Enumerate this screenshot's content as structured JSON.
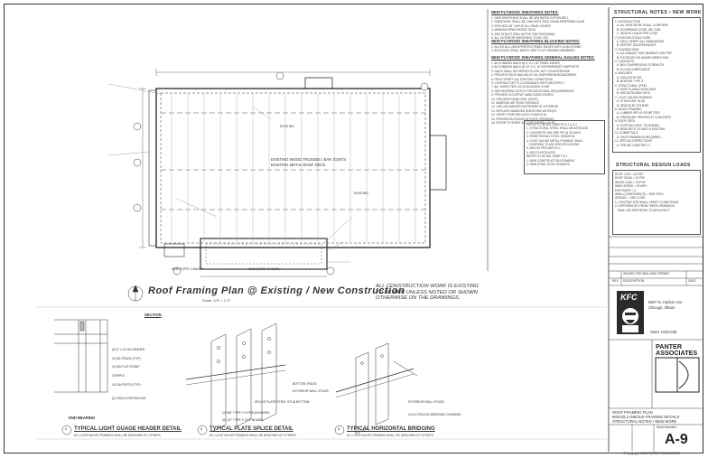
{
  "sheet": {
    "plan_title": "Roof Framing Plan @ Existing / New Construction",
    "plan_scale": "Scale: 1/4\" = 1'-0\"",
    "all_construction_note": [
      "ALL CONSTRUCTION WORK IS EXISTING",
      "TO REMAIN UNLESS NOTED OR SHOWN",
      "OTHERWISE ON THE DRAWINGS."
    ],
    "section_label": "SECTION",
    "end bearing": "END BEARING",
    "existing_trusses_label": "EXISTING WOOD TRUSSES / BAR JOISTS",
    "existing_deck_label": "EXISTING METAL ROOF DECK",
    "exist_label": "EXISTING",
    "new_entry_canopy": "NEW ENTRY CANOPY",
    "new_entry_canopy_bottom": "NEW ENTRY CANOPY"
  },
  "details": [
    {
      "key": "light_gauge",
      "num": "1",
      "title": "TYPICAL LIGHT GUAGE HEADER DETAIL",
      "sub": "ALL LIGHTGAUGE FRAMING SHALL BE DESIGNED BY OTHERS"
    },
    {
      "key": "plate_splice",
      "num": "2",
      "title": "TYPICAL PLATE SPLICE DETAIL",
      "sub": "ALL LIGHTGAUGE FRAMING SHALL BE DESIGNED BY OTHERS"
    },
    {
      "key": "horizontal",
      "num": "3",
      "title": "TYPICAL HORIZONTAL BRIDGING",
      "sub": "ALL LIGHTGAUGE FRAMING SHALL BE DESIGNED BY OTHERS"
    }
  ],
  "callouts_detail1": [
    "(2) 6\" x 16 GA HEADER",
    "16 GA TRACK (TYP)",
    "16 GA FLAT STRAP",
    "CRIPPLE",
    "16 GA POSTS (TYP)",
    "(2) 16GA CONTINUOUS"
  ],
  "callouts_detail2": [
    "BOTTOM TRACK",
    "EXTERIOR WALL STUDS",
    "SPLICE PLATE STEEL STUD BOTTOM",
    "(2) 5/8\" TYPE X GYPSUM BOARD",
    "(2) 1/2\" TYPE X GYP BOARD"
  ],
  "callouts_detail3": [
    "EXTERIOR WALL STUDS",
    "COLD ROLLED BRIDGING CHANNEL"
  ],
  "left_notes": [
    "NEW PLYWOOD SHEATHING NOTES:",
    "NEW PLYWOOD SHEATHING BLOCKING NOTES:",
    "NEW PLYWOOD SHEATHING GENERAL NAILING NOTES:"
  ],
  "structural_notes_title": "STRUCTURAL NOTES • NEW WORK",
  "structural_design_title": "STRUCTURAL DESIGN LOADS",
  "design_loads": [
    [
      "ROOF LIVE",
      "= 20 PSF"
    ],
    [
      "ROOF DEAD",
      "= 20 PSF"
    ],
    [
      "SNOW LOAD",
      "= 25 PSF"
    ],
    [
      "WIND SPEED",
      "= 90 MPH"
    ],
    [
      "EXPOSURE",
      "= C"
    ],
    [
      "WIND (COMPONENTS)",
      "= SEE SPEC"
    ],
    [
      "SEISMIC",
      "= SEE CODE"
    ]
  ],
  "title_block": {
    "rev_label": "REV",
    "description_label": "DESCRIPTION",
    "date_label": "DATE",
    "issued_label": "ISSUED FOR BUILDING PERMIT",
    "brand": "KFC",
    "address_line1": "5807 N. Harlem Ave",
    "address_line2": "Chicago, Illinois",
    "store_no": "Store Y200-048",
    "architect_name": [
      "PANTER",
      "ASSOCIATES"
    ],
    "sheet_title": [
      "ROOF FRAMING PLAN",
      "MISCELLANEOUS FRAMING DETAILS",
      "STRUCTURAL NOTES • NEW WORK"
    ],
    "sheet_number": "A-9",
    "sheet_number_label": "Sheet Number:",
    "copyright": "© Copyright 2008 PANTER ASSOCIATES"
  }
}
